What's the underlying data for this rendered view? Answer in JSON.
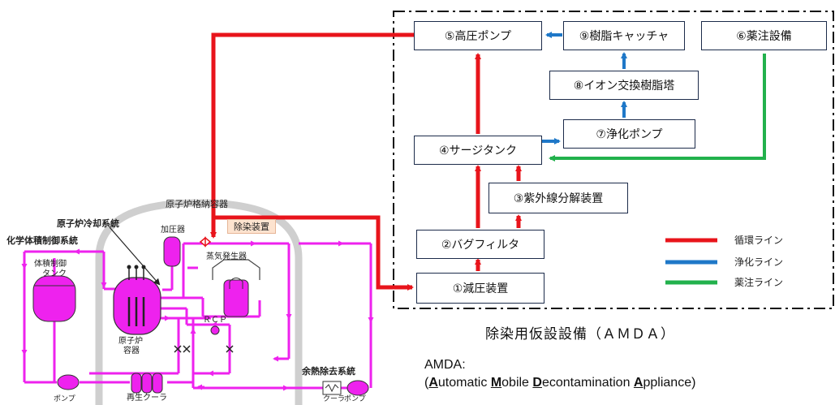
{
  "boxes": {
    "pressure_reducer": "①減圧装置",
    "bag_filter": "②バグフィルタ",
    "uv_decomposer": "③紫外線分解装置",
    "surge_tank": "④サージタンク",
    "high_pressure_pump": "⑤高圧ポンプ",
    "chemical_injection": "⑥薬注設備",
    "purification_pump": "⑦浄化ポンプ",
    "ion_exchange_tower": "⑧イオン交換樹脂塔",
    "resin_catcher": "⑨樹脂キャッチャ"
  },
  "legend": {
    "circulation": "循環ライン",
    "purification": "浄化ライン",
    "chemical": "薬注ライン"
  },
  "colors": {
    "circulation": "#e8141b",
    "purification": "#1f78c8",
    "chemical": "#22b14c",
    "plant": "#ee22ee",
    "containment": "#c9c9c9"
  },
  "plant_labels": {
    "containment_vessel": "原子炉格納容器",
    "decon_device": "除染装置",
    "reactor_coolant_system": "原子炉冷却系統",
    "cvcs": "化学体積制御系統",
    "vct_line1": "体積制御",
    "vct_line2": "タンク",
    "pressurizer": "加圧器",
    "steam_generator": "蒸気発生器",
    "rcp": "ＲＣＰ",
    "reactor_line1": "原子炉",
    "reactor_line2": "容器",
    "regen_cooler": "再生クーラ",
    "rhr": "余熱除去系統",
    "cooler": "クーラ",
    "pump_left": "ポンプ",
    "pump_right": "ポンプ"
  },
  "amda": {
    "title": "除染用仮設設備（ＡＭＤＡ）",
    "abbr": "AMDA:",
    "w1_init": "A",
    "w1_rest": "utomatic ",
    "w2_init": "M",
    "w2_rest": "obile ",
    "w3_init": "D",
    "w3_rest": "econtamination ",
    "w4_init": "A",
    "w4_rest": "ppliance",
    "open": "(",
    "close": ")"
  }
}
